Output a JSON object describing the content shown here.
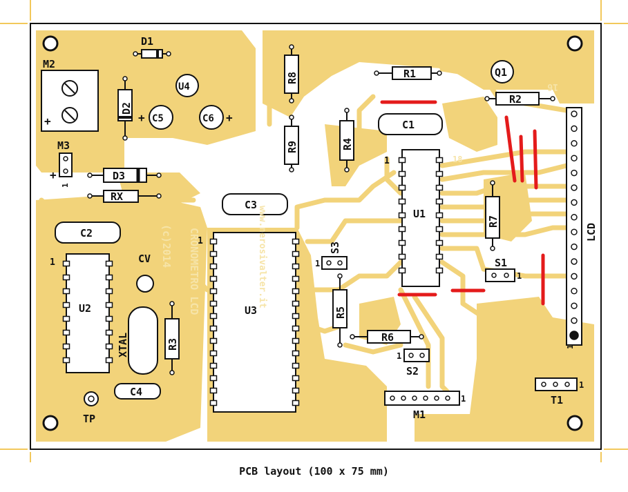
{
  "caption": "PCB layout (100 x 75 mm)",
  "colors": {
    "board": "#ffffff",
    "copper": "#f2d37a",
    "silkscreen": "#111111",
    "silk_text": "#f6e4a8",
    "jumper": "#e41b1b",
    "crop_marks": "#f2c85b"
  },
  "silk_text": [
    "CRONOMETRO LCD",
    "(c)2014",
    "www.nerosivalter.it"
  ],
  "pin_labels": {
    "u1_16": "16",
    "u1_18": "18",
    "lcd_1": "1",
    "m3_1": "1",
    "u2_1": "1",
    "u3_1": "1",
    "u1_1": "1",
    "s3_1": "1",
    "s1_1": "1",
    "s2_1": "1",
    "m1_1": "1",
    "t1_1": "1"
  },
  "components": [
    {
      "id": "d1",
      "label": "D1"
    },
    {
      "id": "m2",
      "label": "M2"
    },
    {
      "id": "d2",
      "label": "D2"
    },
    {
      "id": "u4",
      "label": "U4"
    },
    {
      "id": "c5",
      "label": "C5"
    },
    {
      "id": "c6",
      "label": "C6"
    },
    {
      "id": "r8",
      "label": "R8"
    },
    {
      "id": "r9",
      "label": "R9"
    },
    {
      "id": "r4",
      "label": "R4"
    },
    {
      "id": "r1",
      "label": "R1"
    },
    {
      "id": "q1",
      "label": "Q1"
    },
    {
      "id": "r2",
      "label": "R2"
    },
    {
      "id": "c1",
      "label": "C1"
    },
    {
      "id": "m3",
      "label": "M3"
    },
    {
      "id": "d3",
      "label": "D3"
    },
    {
      "id": "rx",
      "label": "RX"
    },
    {
      "id": "c3",
      "label": "C3"
    },
    {
      "id": "c2",
      "label": "C2"
    },
    {
      "id": "u1",
      "label": "U1"
    },
    {
      "id": "r7",
      "label": "R7"
    },
    {
      "id": "cv",
      "label": "CV"
    },
    {
      "id": "u2",
      "label": "U2"
    },
    {
      "id": "u3",
      "label": "U3"
    },
    {
      "id": "s3",
      "label": "S3"
    },
    {
      "id": "s1",
      "label": "S1"
    },
    {
      "id": "r5",
      "label": "R5"
    },
    {
      "id": "xtal",
      "label": "XTAL"
    },
    {
      "id": "r3",
      "label": "R3"
    },
    {
      "id": "r6",
      "label": "R6"
    },
    {
      "id": "s2",
      "label": "S2"
    },
    {
      "id": "c4",
      "label": "C4"
    },
    {
      "id": "tp",
      "label": "TP"
    },
    {
      "id": "m1",
      "label": "M1"
    },
    {
      "id": "t1",
      "label": "T1"
    },
    {
      "id": "lcd",
      "label": "LCD"
    }
  ]
}
